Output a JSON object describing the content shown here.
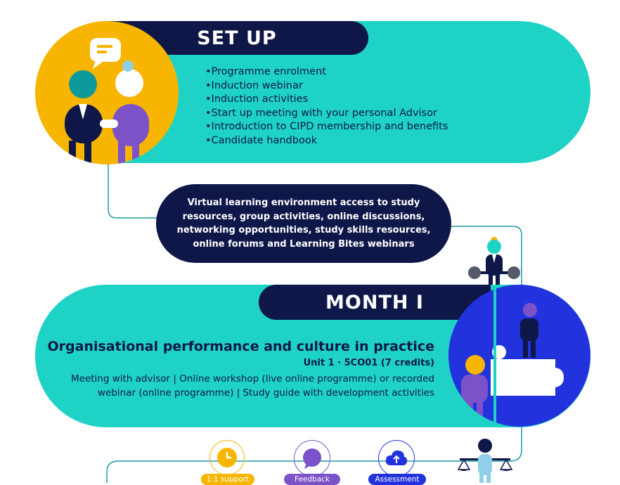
{
  "setup": {
    "title": "SET UP",
    "items": [
      "•Programme enrolment",
      "•Induction webinar",
      "•Induction activities",
      "•Start up meeting with your personal Advisor",
      "•Introduction to CIPD membership and benefits",
      "•Candidate handbook"
    ]
  },
  "vle": {
    "lines": [
      "Virtual learning environment access to study",
      "resources, group activities, online discussions,",
      "networking opportunities, study skills resources,",
      "online forums and Learning Bites webinars"
    ]
  },
  "month1": {
    "title": "MONTH I",
    "course_title": "Organisational performance and culture in practice",
    "unit": "Unit 1 · 5CO01 (7 credits)",
    "desc_lines": [
      "Meeting with advisor | Online workshop (live online programme) or recorded",
      "webinar (online programme) | Study guide with development activities"
    ]
  },
  "badges": [
    {
      "label": "1:1 support",
      "icon": "clock-icon",
      "color": "#f7b500"
    },
    {
      "label": "Feedback",
      "icon": "chat-bubble-icon",
      "color": "#7b52c7"
    },
    {
      "label": "Assessment",
      "icon": "cloud-upload-icon",
      "color": "#2233dd"
    }
  ],
  "colors": {
    "teal": "#1ed3c6",
    "navy": "#0e1748",
    "yellow": "#f7b500",
    "purple": "#7b52c7",
    "blue": "#2233dd"
  }
}
